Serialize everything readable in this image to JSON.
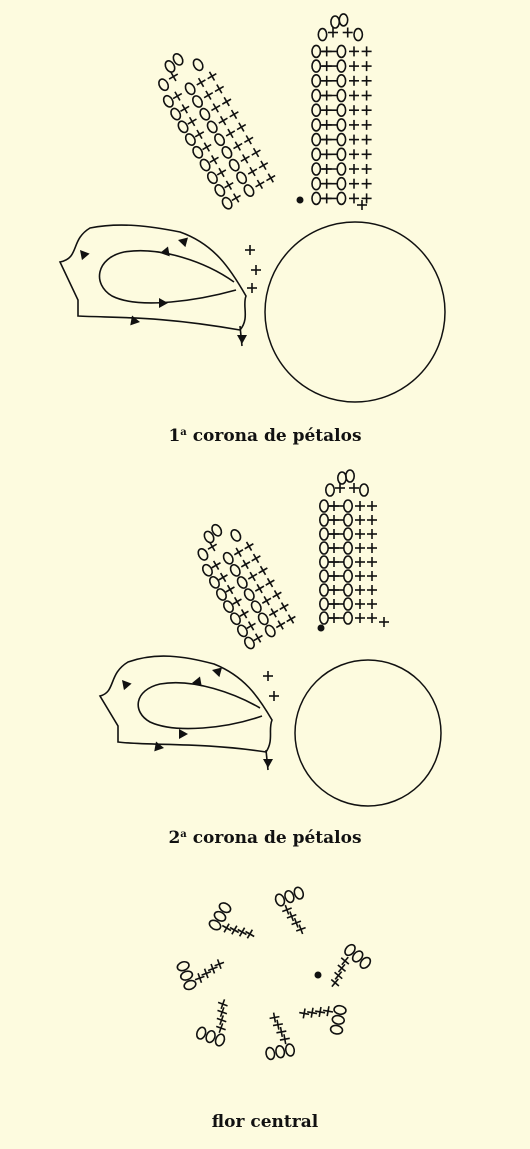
{
  "colors": {
    "background": "#fdfbdf",
    "ink": "#111111"
  },
  "sections": [
    {
      "caption_prefix": "1",
      "caption_ordinal": "a",
      "caption_text": " corona de pétalos"
    },
    {
      "caption_prefix": "2",
      "caption_ordinal": "a",
      "caption_text": " corona de pétalos"
    },
    {
      "caption_text": "flor central"
    }
  ],
  "symbols": [
    "chain-stitch",
    "single-crochet",
    "slip-stitch",
    "start-dot",
    "direction-arrow"
  ]
}
